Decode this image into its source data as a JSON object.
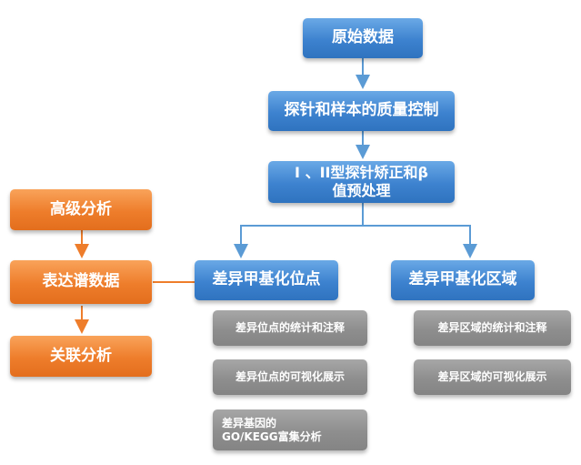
{
  "flow": {
    "raw_data": "原始数据",
    "quality_control": "探针和样本的质量控制",
    "correction_line1": "I 、II型探针矫正和β",
    "correction_line2": "值预处理",
    "dmp": "差异甲基化位点",
    "dmr": "差异甲基化区域"
  },
  "dmp_items": [
    "差异位点的统计和注释",
    "差异位点的可视化展示",
    "差异基因的GO/KEGG富集分析"
  ],
  "dmr_items": [
    "差异区域的统计和注释",
    "差异区域的可视化展示"
  ],
  "side": {
    "advanced": "高级分析",
    "expression": "表达谱数据",
    "association": "关联分析"
  },
  "colors": {
    "blue": "#3d82cf",
    "orange": "#ee7d2b",
    "gray": "#8e8e8e",
    "connector_blue": "#5b9bd5",
    "connector_orange": "#ee7d2b"
  }
}
